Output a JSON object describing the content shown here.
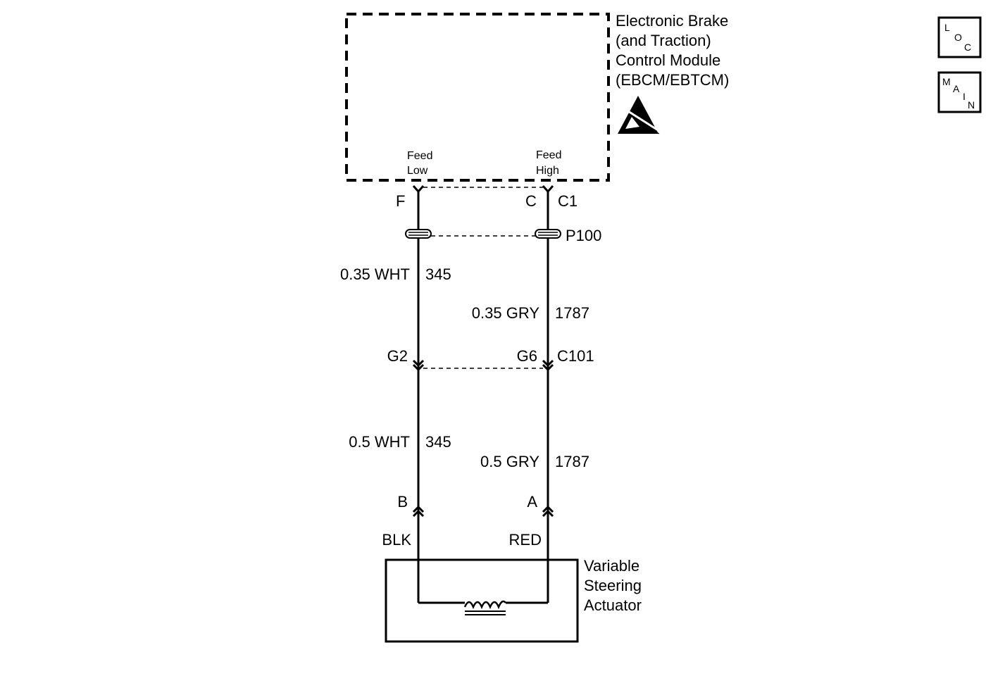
{
  "ebcm": {
    "title_lines": [
      "Electronic Brake",
      "(and Traction)",
      "Control Module",
      "(EBCM/EBTCM)"
    ],
    "pins": [
      {
        "name_lines": [
          "Feed",
          "Low"
        ],
        "pin": "F"
      },
      {
        "name_lines": [
          "Feed",
          "High"
        ],
        "pin": "C"
      }
    ],
    "connector": "C1",
    "esd_icon": "esd-warning-icon"
  },
  "splice": {
    "label": "P100"
  },
  "harness_upper": [
    {
      "gauge_color": "0.35 WHT",
      "circuit": "345"
    },
    {
      "gauge_color": "0.35 GRY",
      "circuit": "1787"
    }
  ],
  "inline_connector": {
    "label": "C101",
    "pins": [
      "G2",
      "G6"
    ]
  },
  "harness_lower": [
    {
      "gauge_color": "0.5 WHT",
      "circuit": "345"
    },
    {
      "gauge_color": "0.5 GRY",
      "circuit": "1787"
    }
  ],
  "actuator": {
    "pins": [
      "B",
      "A"
    ],
    "lead_colors": [
      "BLK",
      "RED"
    ],
    "title_lines": [
      "Variable",
      "Steering",
      "Actuator"
    ],
    "coil_icon": "solenoid-coil-icon"
  },
  "badges": {
    "loc": {
      "letters": [
        "L",
        "O",
        "C"
      ]
    },
    "main": {
      "letters": [
        "M",
        "A",
        "I",
        "N"
      ]
    }
  }
}
